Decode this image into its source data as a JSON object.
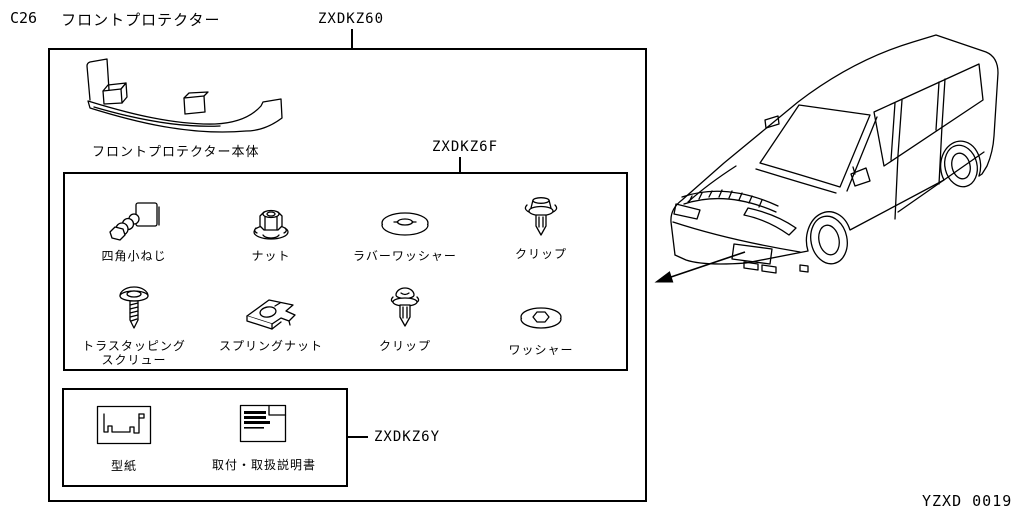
{
  "page": {
    "code": "C26",
    "title": "フロントプロテクター",
    "sheet_number": "YZXD 0019"
  },
  "kit": {
    "code": "ZXDKZ60",
    "main_part": {
      "label": "フロントプロテクター本体",
      "icon": "front-protector-drawing"
    },
    "hardware_group": {
      "code": "ZXDKZ6F",
      "parts": [
        {
          "label": "四角小ねじ",
          "icon": "square-machine-screw-icon"
        },
        {
          "label": "ナット",
          "icon": "flange-nut-icon"
        },
        {
          "label": "ラバーワッシャー",
          "icon": "rubber-washer-icon"
        },
        {
          "label": "クリップ",
          "icon": "push-clip-icon"
        },
        {
          "label": "トラスタッピング",
          "label2": "スクリュー",
          "icon": "truss-tapping-screw-icon"
        },
        {
          "label": "スプリングナット",
          "icon": "spring-nut-icon"
        },
        {
          "label": "クリップ",
          "icon": "push-clip-icon"
        },
        {
          "label": "ワッシャー",
          "icon": "washer-icon"
        }
      ]
    },
    "documents_group": {
      "code": "ZXDKZ6Y",
      "items": [
        {
          "label": "型紙",
          "icon": "template-sheet-icon"
        },
        {
          "label": "取付・取扱説明書",
          "icon": "instruction-manual-icon"
        }
      ]
    }
  },
  "vehicle": {
    "name": "minivan-line-drawing"
  },
  "colors": {
    "line": "#000000",
    "background": "#ffffff"
  }
}
